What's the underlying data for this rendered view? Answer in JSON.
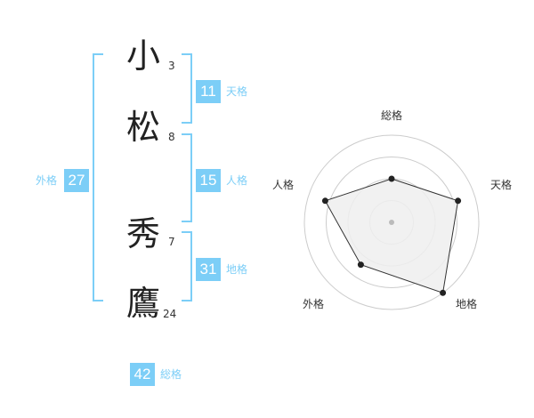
{
  "name_chars": [
    {
      "char": "小",
      "strokes": "3"
    },
    {
      "char": "松",
      "strokes": "8"
    },
    {
      "char": "秀",
      "strokes": "7"
    },
    {
      "char": "鷹",
      "strokes": "24"
    }
  ],
  "fortunes": {
    "tenkaku": {
      "value": "11",
      "label": "天格"
    },
    "jinkaku": {
      "value": "15",
      "label": "人格"
    },
    "chikaku": {
      "value": "31",
      "label": "地格"
    },
    "gaikaku": {
      "value": "27",
      "label": "外格"
    },
    "soukaku": {
      "value": "42",
      "label": "総格"
    }
  },
  "colors": {
    "accent": "#7ccef7",
    "text": "#222222",
    "grid": "#cccccc",
    "fill": "#eeeeee"
  },
  "chart_data": {
    "type": "radar",
    "axes": [
      "総格",
      "天格",
      "地格",
      "外格",
      "人格"
    ],
    "values": [
      0.5,
      0.8,
      1.0,
      0.6,
      0.8
    ],
    "rings": 4
  }
}
